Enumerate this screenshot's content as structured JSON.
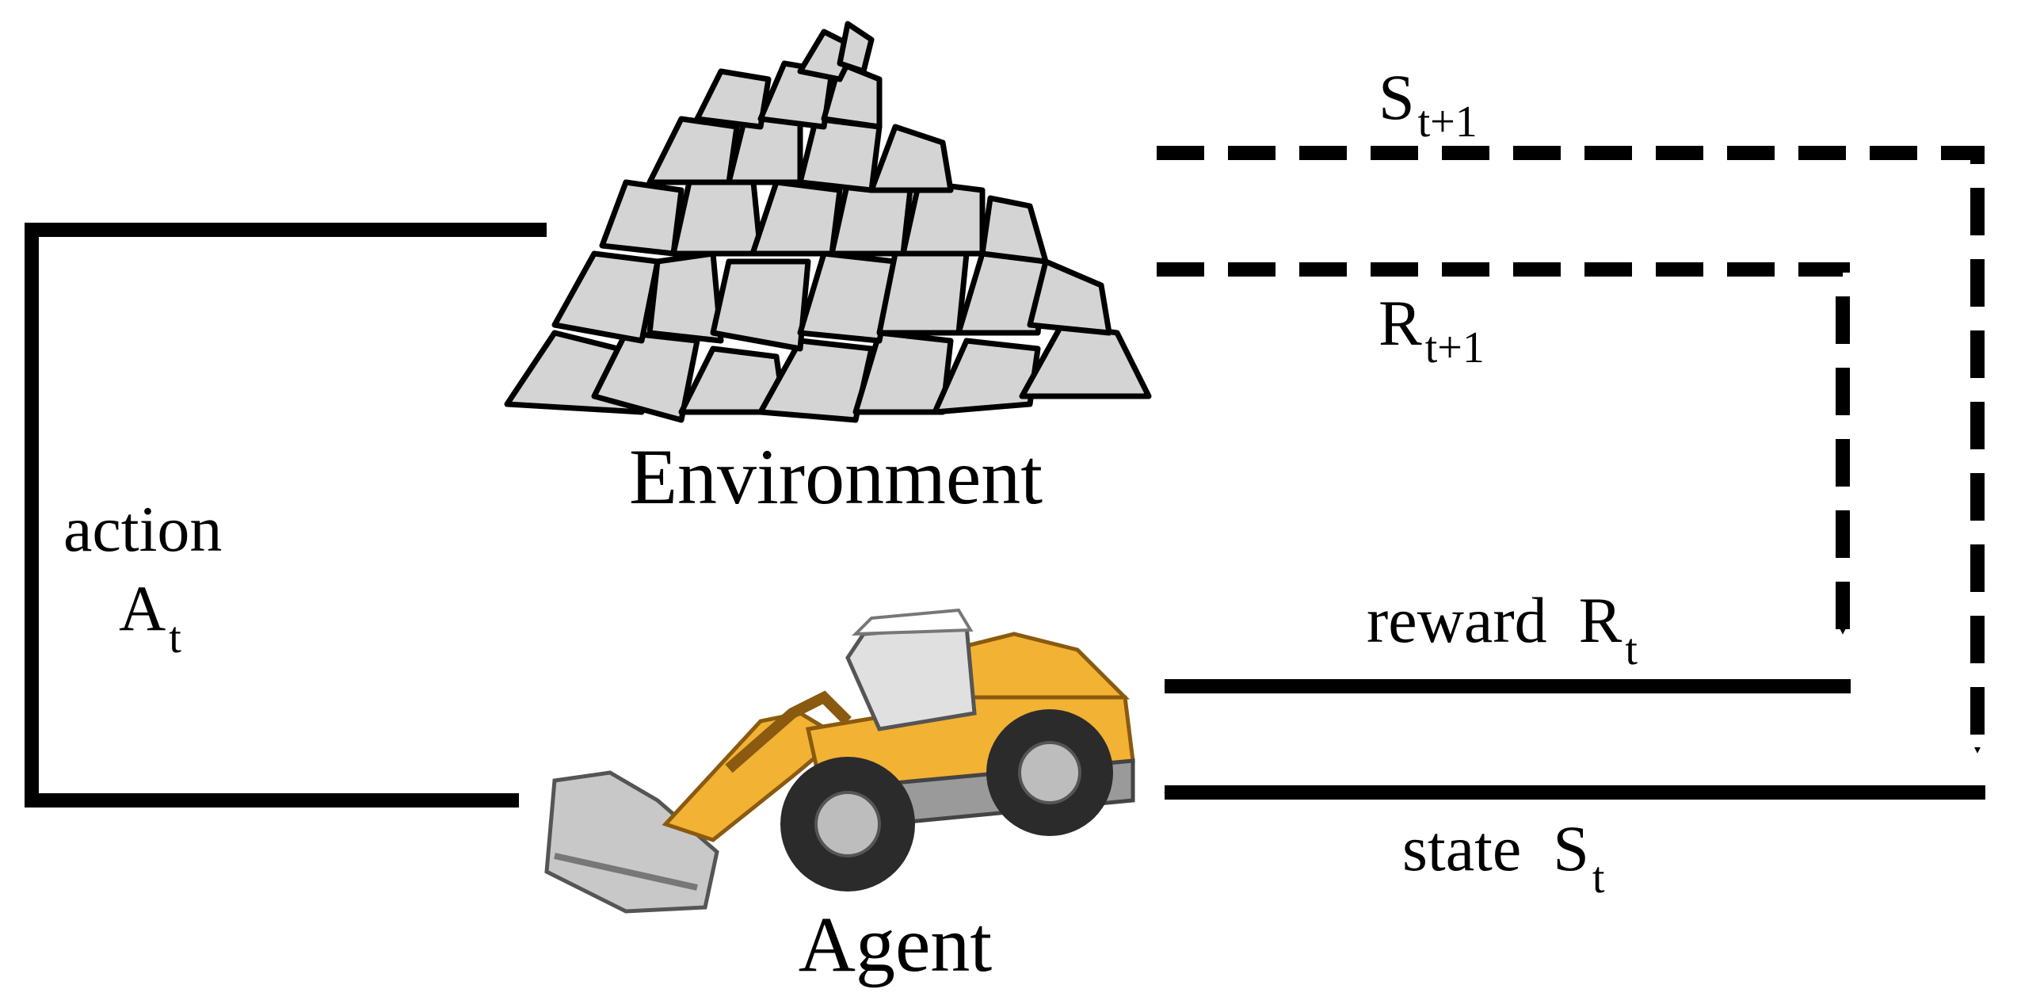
{
  "labels": {
    "environment": "Environment",
    "agent": "Agent",
    "action": "action",
    "action_symbol": "A",
    "action_sub": "t",
    "next_state_symbol": "S",
    "next_state_sub": "t+1",
    "next_reward_symbol": "R",
    "next_reward_sub": "t+1",
    "reward": "reward",
    "reward_symbol": "R",
    "reward_sub": "t",
    "state": "state",
    "state_symbol": "S",
    "state_sub": "t"
  },
  "colors": {
    "line": "#000000",
    "rock_fill": "#d4d4d4",
    "loader_yellow": "#f2b233",
    "loader_dark": "#2b2b2b",
    "loader_grey": "#9a9a9a"
  },
  "icons": {
    "environment": "rock-pile-icon",
    "agent": "wheel-loader-icon"
  }
}
